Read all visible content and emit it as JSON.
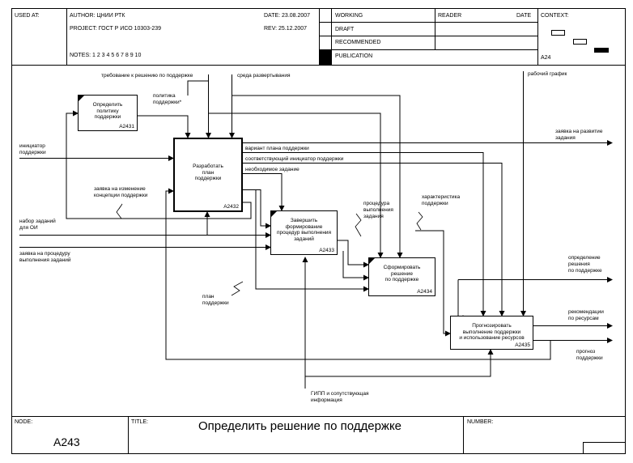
{
  "header": {
    "used_at": "USED AT:",
    "author": "AUTHOR: ЦНИИ РТК",
    "date": "DATE: 23.08.2007",
    "project": "PROJECT: ГОСТ Р ИСО 10303-239",
    "rev": "REV: 25.12.2007",
    "notes": "NOTES: 1 2 3 4 5 6 7 8 9 10",
    "status": [
      "WORKING",
      "DRAFT",
      "RECOMMENDED",
      "PUBLICATION"
    ],
    "reader": "READER",
    "date_col": "DATE",
    "context": "CONTEXT:",
    "context_node": "A24"
  },
  "boxes": [
    {
      "title": "Определить политику\nподдержки",
      "num": "A2431"
    },
    {
      "title": "Разработать\nплан\nподдержки",
      "num": "A2432"
    },
    {
      "title": "Завершить\nформирование\nпроцедур выполнения\nзаданий",
      "num": "A2433"
    },
    {
      "title": "Сформировать\nрешение\nпо поддержке",
      "num": "A2434"
    },
    {
      "title": "Прогнозировать\nвыполнение поддержки\nи использование ресурсов",
      "num": "A2435"
    }
  ],
  "labels": {
    "req_decision": "требование к решению по поддержке",
    "deploy_env": "среда развертывания",
    "work_schedule": "рабочий график",
    "support_policy_1": "политика",
    "support_policy_2": "поддержки*",
    "initiator_1": "инициатор",
    "initiator_2": "поддержки",
    "request_dev_1": "заявка на развитие",
    "request_dev_2": "задания",
    "plan_variant": "вариант плана поддержки",
    "matching_initiator": "соответствующий инициатор поддержки",
    "required_task": "необходимое задание",
    "change_request_1": "заявка на изменение",
    "change_request_2": "концепции поддержки",
    "task_set_1": "набор заданий",
    "task_set_2": "для ОИ",
    "procedure_1": "процедура",
    "procedure_2": "выполнения",
    "procedure_3": "задания",
    "characteristic_1": "характеристика",
    "characteristic_2": "поддержки",
    "procedure_request_1": "заявка на процедуру",
    "procedure_request_2": "выполнения заданий",
    "decision_def_1": "определение",
    "decision_def_2": "решения",
    "decision_def_3": "по поддержке",
    "plan_1": "план",
    "plan_2": "поддержки",
    "resource_rec_1": "рекомендации",
    "resource_rec_2": "по ресурсам",
    "forecast_1": "прогноз",
    "forecast_2": "поддержки",
    "gipp_1": "ГИПП и сопутствующая",
    "gipp_2": "информация"
  },
  "footer": {
    "node_label": "NODE:",
    "node": "A243",
    "title_label": "TITLE:",
    "title": "Определить решение по поддержке",
    "number_label": "NUMBER:"
  }
}
